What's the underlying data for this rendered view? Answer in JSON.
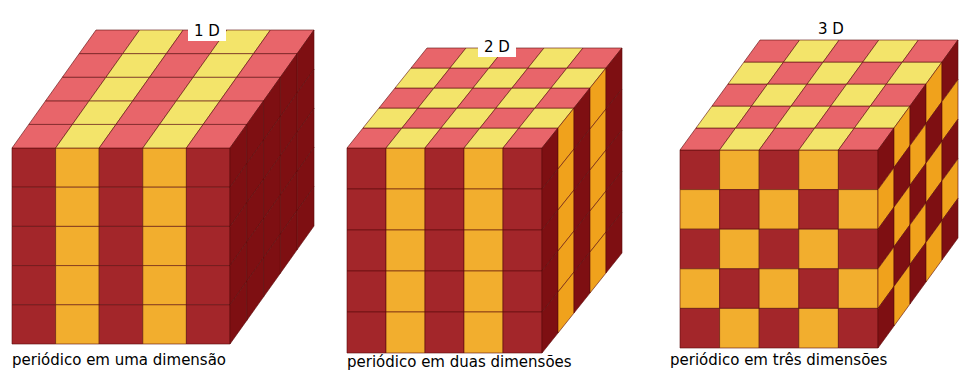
{
  "diagram": {
    "labels": [
      "1 D",
      "2 D",
      "3 D",
      "periódico em uma dimensão",
      "periódico em duas dimensões",
      "periódico em três dimensões"
    ]
  }
}
